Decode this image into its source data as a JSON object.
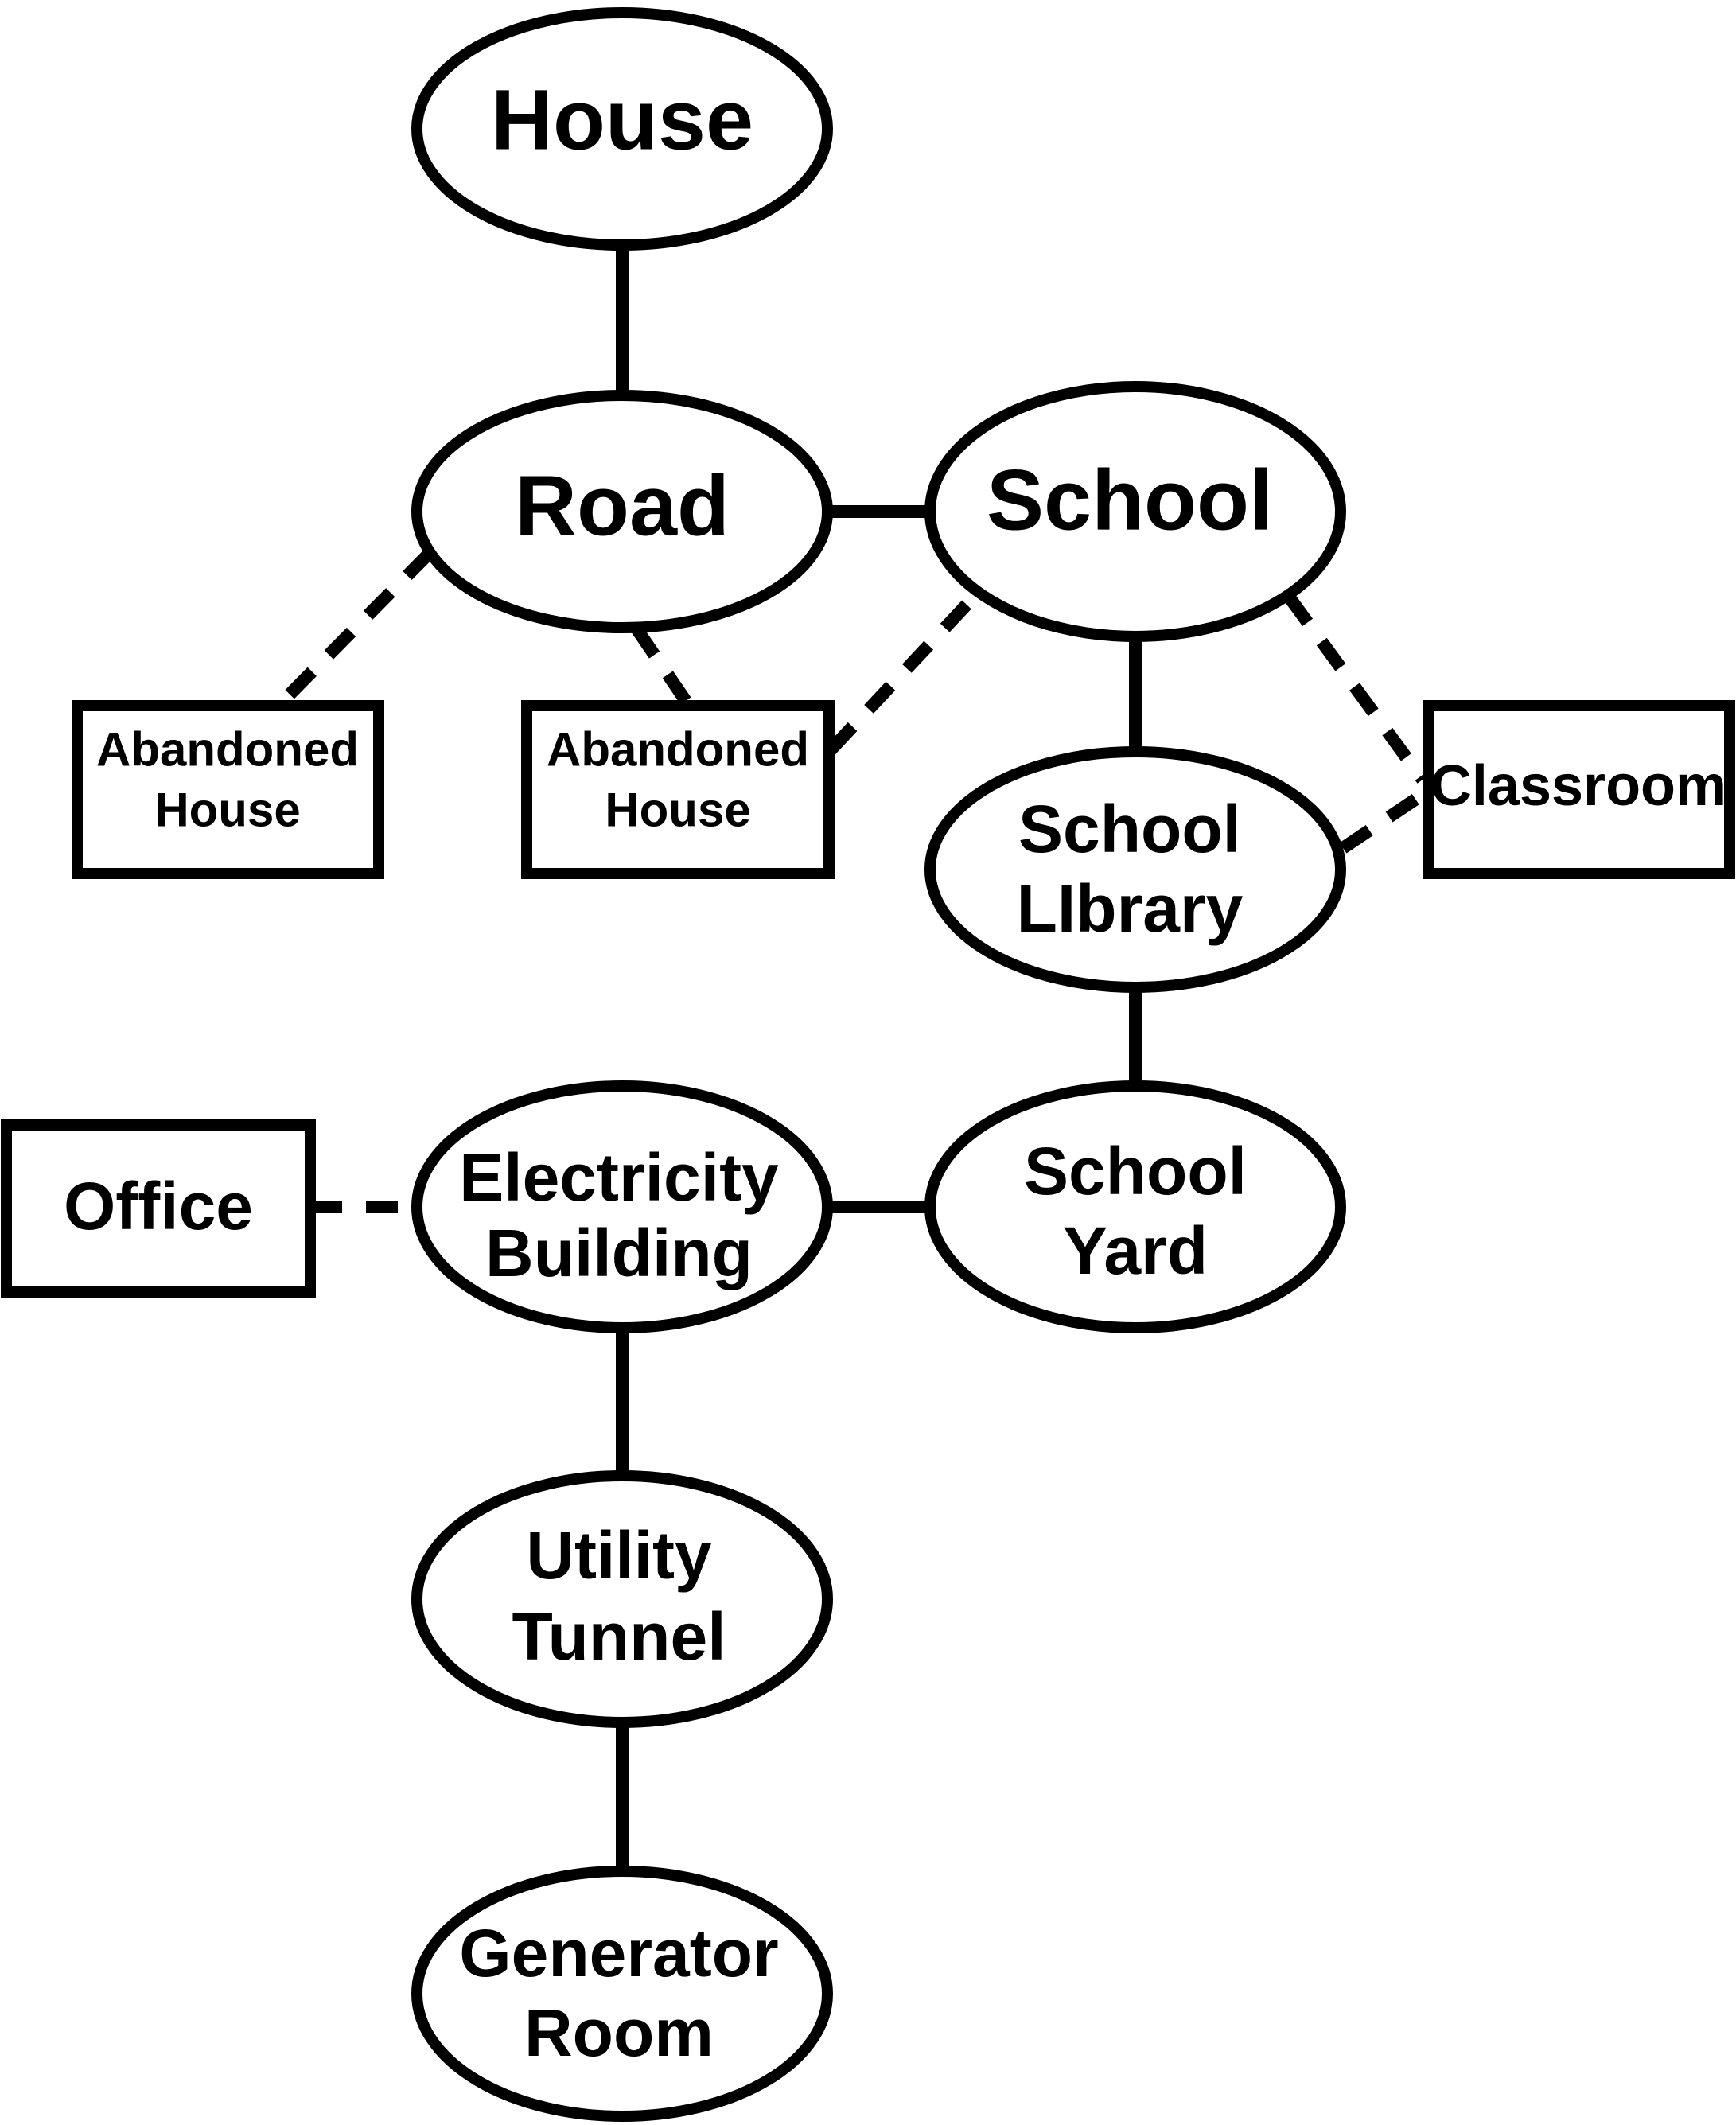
{
  "nodes": {
    "house": [
      "House"
    ],
    "road": [
      "Road"
    ],
    "school": [
      "School"
    ],
    "abandoned_house_1": [
      "Abandoned",
      "House"
    ],
    "abandoned_house_2": [
      "Abandoned",
      "House"
    ],
    "classroom": [
      "Classroom"
    ],
    "school_library": [
      "School",
      "LIbrary"
    ],
    "school_yard": [
      "School",
      "Yard"
    ],
    "office": [
      "Office"
    ],
    "electricity_building": [
      "Electricity",
      "Building"
    ],
    "utility_tunnel": [
      "Utility",
      "Tunnel"
    ],
    "generator_room": [
      "Generator",
      "Room"
    ]
  },
  "edges": [
    {
      "from": "house",
      "to": "road",
      "style": "solid"
    },
    {
      "from": "road",
      "to": "school",
      "style": "solid"
    },
    {
      "from": "road",
      "to": "abandoned_house_1",
      "style": "dashed"
    },
    {
      "from": "road",
      "to": "abandoned_house_2",
      "style": "dashed"
    },
    {
      "from": "school",
      "to": "abandoned_house_2",
      "style": "dashed"
    },
    {
      "from": "school",
      "to": "school_library",
      "style": "solid"
    },
    {
      "from": "school",
      "to": "classroom",
      "style": "dashed"
    },
    {
      "from": "school_library",
      "to": "classroom",
      "style": "dashed"
    },
    {
      "from": "school_library",
      "to": "school_yard",
      "style": "solid"
    },
    {
      "from": "school_yard",
      "to": "electricity_building",
      "style": "solid"
    },
    {
      "from": "office",
      "to": "electricity_building",
      "style": "dashed"
    },
    {
      "from": "electricity_building",
      "to": "utility_tunnel",
      "style": "solid"
    },
    {
      "from": "utility_tunnel",
      "to": "generator_room",
      "style": "solid"
    }
  ]
}
